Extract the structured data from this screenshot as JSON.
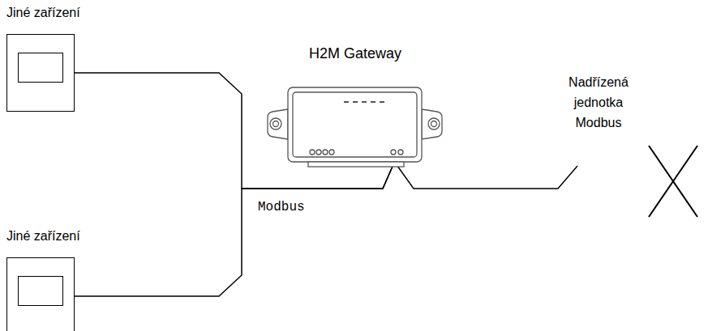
{
  "diagram": {
    "nodes": [
      {
        "text": [
          "Jiné zařízení"
        ]
      },
      {
        "text": [
          "H2M Gateway"
        ]
      },
      {
        "text": [
          "Jiné zařízení"
        ]
      }
    ],
    "edges": [
      {
        "from": 0,
        "to": 1,
        "arrow": "none"
      },
      {
        "from": 2,
        "to": 1,
        "arrow": "none"
      }
    ],
    "labels": [
      "Nadřízená jednotka Modbus",
      "Modbus"
    ]
  }
}
